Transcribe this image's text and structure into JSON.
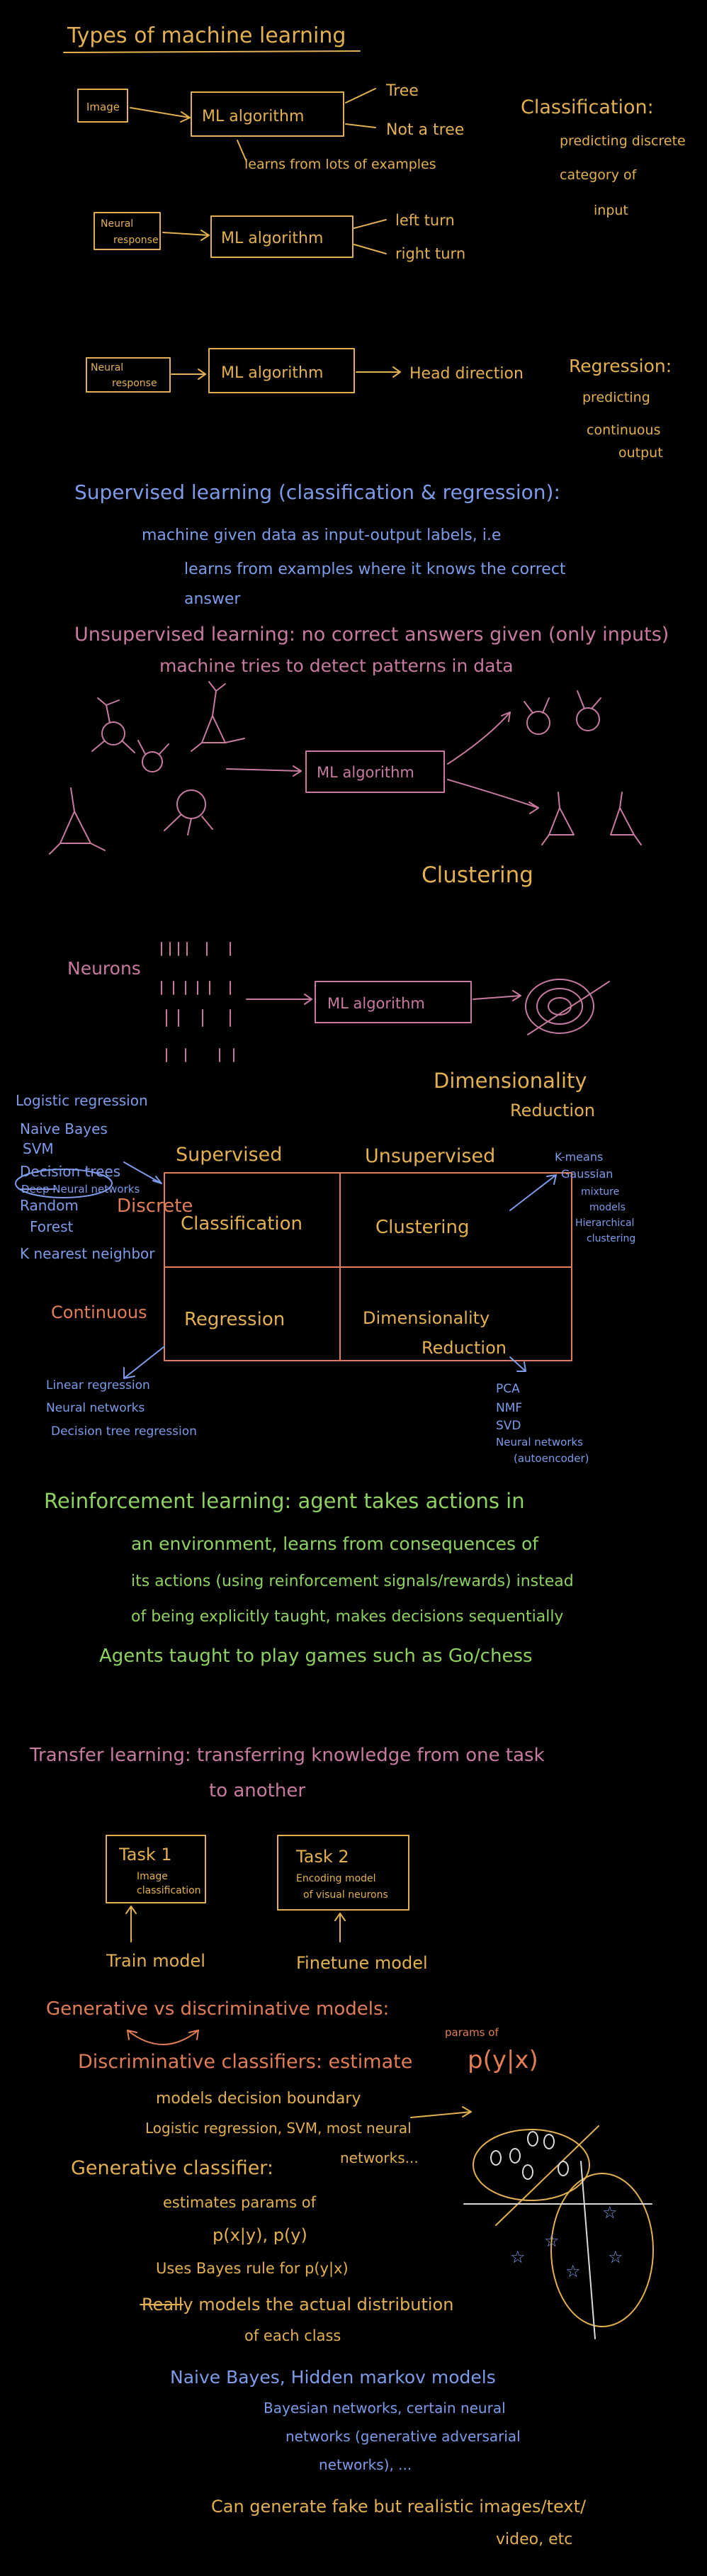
{
  "colors": {
    "orange": "#e2b04f",
    "blue": "#7d9be8",
    "pink": "#c77aa0",
    "green": "#8fd160",
    "salmon": "#e07d57",
    "white": "#d9d9d9"
  },
  "title": "Types of machine learning",
  "ex1": {
    "input": "Image",
    "box": "ML algorithm",
    "out1": "Tree",
    "out2": "Not a tree",
    "note": "learns from lots of examples"
  },
  "classification": {
    "head": "Classification:",
    "l1": "predicting discrete",
    "l2": "category of",
    "l3": "input"
  },
  "ex2": {
    "input_l1": "Neural",
    "input_l2": "response",
    "box": "ML algorithm",
    "out1": "left turn",
    "out2": "right turn"
  },
  "ex3": {
    "input_l1": "Neural",
    "input_l2": "response",
    "box": "ML algorithm",
    "out": "Head direction"
  },
  "regression": {
    "head": "Regression:",
    "l1": "predicting",
    "l2": "continuous",
    "l3": "output"
  },
  "supervised": {
    "l1": "Supervised learning (classification & regression):",
    "l2": "machine given data as input-output labels, i.e",
    "l3": "learns from examples where it knows the correct",
    "l4": "answer"
  },
  "unsupervised": {
    "l1": "Unsupervised learning: no correct answers given (only inputs)",
    "l2": "machine tries to detect patterns in data"
  },
  "clustering_diagram": {
    "box": "ML algorithm",
    "label": "Clustering"
  },
  "neurons_diagram": {
    "label": "Neurons",
    "box": "ML algorithm",
    "result_l1": "Dimensionality",
    "result_l2": "Reduction"
  },
  "table": {
    "col1": "Supervised",
    "col2": "Unsupervised",
    "row1": "Discrete",
    "row2": "Continuous",
    "c11": "Classification",
    "c12": "Clustering",
    "c21": "Regression",
    "c22_l1": "Dimensionality",
    "c22_l2": "Reduction",
    "sup_disc": [
      "Logistic regression",
      "Naive Bayes",
      "SVM",
      "Decision trees",
      "Deep Neural networks",
      "Random",
      "Forest",
      "K nearest neighbor"
    ],
    "sup_cont": [
      "Linear regression",
      "Neural networks",
      "Decision tree regression"
    ],
    "unsup_disc": [
      "K-means",
      "Gaussian",
      "mixture",
      "models",
      "Hierarchical",
      "clustering"
    ],
    "unsup_cont": [
      "PCA",
      "NMF",
      "SVD",
      "Neural networks",
      "(autoencoder)"
    ]
  },
  "reinforcement": {
    "l1": "Reinforcement learning: agent takes actions in",
    "l2": "an environment, learns from consequences of",
    "l3": "its actions (using reinforcement signals/rewards) instead",
    "l4": "of being explicitly taught, makes decisions sequentially",
    "l5": "Agents taught to play games such as Go/chess"
  },
  "transfer": {
    "l1": "Transfer learning: transferring knowledge from one task",
    "l2": "to another",
    "task1_title": "Task 1",
    "task1_l1": "Image",
    "task1_l2": "classification",
    "task2_title": "Task 2",
    "task2_l1": "Encoding model",
    "task2_l2": "of visual neurons",
    "train": "Train model",
    "finetune": "Finetune model"
  },
  "generative": {
    "head": "Generative vs discriminative models:",
    "disc_l1": "Discriminative classifiers: estimate",
    "disc_note": "params of",
    "disc_formula": "p(y|x)",
    "disc_l2": "models decision boundary",
    "disc_l3": "Logistic regression, SVM, most neural",
    "disc_l4": "networks...",
    "gen_l1": "Generative classifier:",
    "gen_l2": "estimates params of",
    "gen_l3": "p(x|y), p(y)",
    "gen_l4": "Uses Bayes rule for p(y|x)",
    "gen_l5": "Really models the actual distribution",
    "gen_l6": "of each class",
    "gen_ex1": "Naive Bayes, Hidden markov models",
    "gen_ex2": "Bayesian networks, certain neural",
    "gen_ex3": "networks (generative adversarial",
    "gen_ex4": "networks), ...",
    "gen_l7": "Can generate fake but realistic images/text/",
    "gen_l8": "video, etc"
  }
}
